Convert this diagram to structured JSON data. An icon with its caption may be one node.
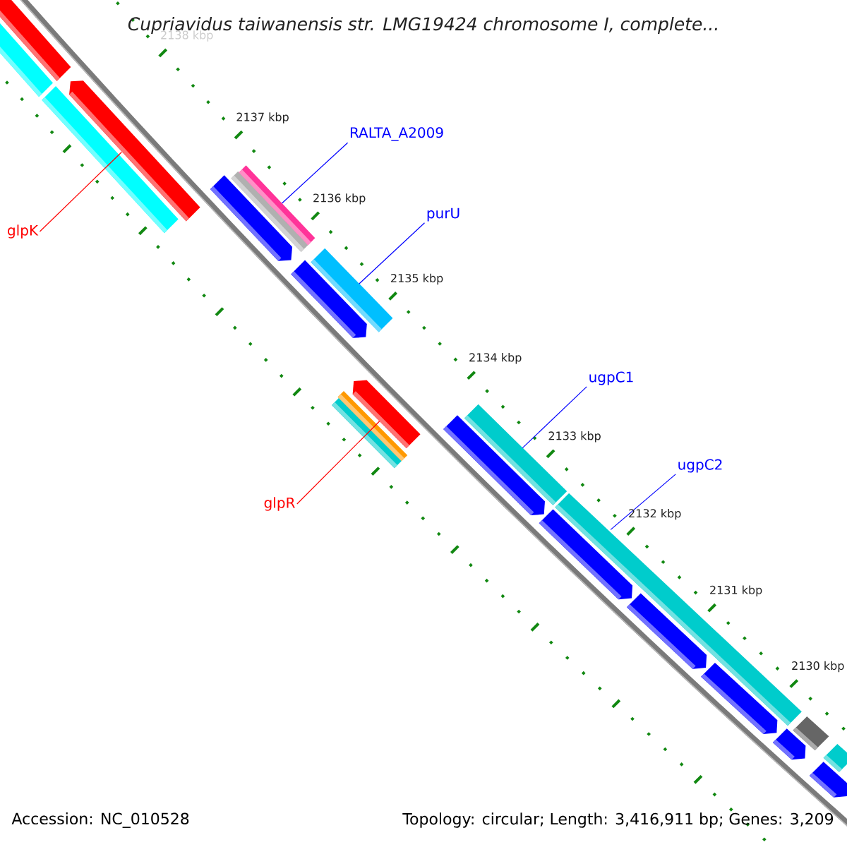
{
  "diagram": {
    "title": "Cupriavidus taiwanensis str. LMG19424 chromosome I, complete...",
    "nodes": [
      {
        "text": [
          "RALTA_A2009"
        ]
      },
      {
        "text": [
          "purU"
        ]
      },
      {
        "text": [
          "glpK"
        ]
      },
      {
        "text": [
          "ugpC1"
        ]
      },
      {
        "text": [
          "ugpC2"
        ]
      },
      {
        "text": [
          "glpR"
        ]
      },
      {
        "text": [],
        "shape": "bar"
      },
      {
        "text": [],
        "shape": "bar"
      },
      {
        "text": [],
        "shape": "bar"
      },
      {
        "text": [],
        "shape": "arrow"
      },
      {
        "text": [],
        "shape": "arrow"
      },
      {
        "text": [],
        "shape": "bar"
      },
      {
        "text": [],
        "shape": "bar"
      },
      {
        "text": [],
        "shape": "arrow"
      },
      {
        "text": [],
        "shape": "bar"
      },
      {
        "text": [],
        "shape": "arrow"
      },
      {
        "text": [],
        "shape": "bar"
      },
      {
        "text": [],
        "shape": "bar"
      },
      {
        "text": [],
        "shape": "arrow"
      },
      {
        "text": [],
        "shape": "bar"
      },
      {
        "text": [],
        "shape": "arrow"
      },
      {
        "text": [],
        "shape": "bar"
      },
      {
        "text": [],
        "shape": "arrow"
      },
      {
        "text": [],
        "shape": "arrow"
      },
      {
        "text": [],
        "shape": "arrow"
      },
      {
        "text": [],
        "shape": "bar"
      },
      {
        "text": [],
        "shape": "bar"
      },
      {
        "text": [],
        "shape": "arrow"
      }
    ],
    "edges": [
      {
        "from": 0,
        "to": 12,
        "arrow": "none"
      },
      {
        "from": 1,
        "to": 14,
        "arrow": "none"
      },
      {
        "from": 2,
        "to": 9,
        "arrow": "none",
        "color": "#ff0000"
      },
      {
        "from": 3,
        "to": 19,
        "arrow": "none"
      },
      {
        "from": 4,
        "to": 21,
        "arrow": "none"
      },
      {
        "from": 5,
        "to": 15,
        "arrow": "none",
        "color": "#ff0000"
      }
    ],
    "labels": [
      "2138 kbp",
      "2137 kbp",
      "2136 kbp",
      "2135 kbp",
      "2134 kbp",
      "2133 kbp",
      "2132 kbp",
      "2131 kbp",
      "2130 kbp",
      "Accession: NC_010528",
      "Topology: circular; Length: 3,416,911 bp; Genes: 3,209"
    ]
  }
}
